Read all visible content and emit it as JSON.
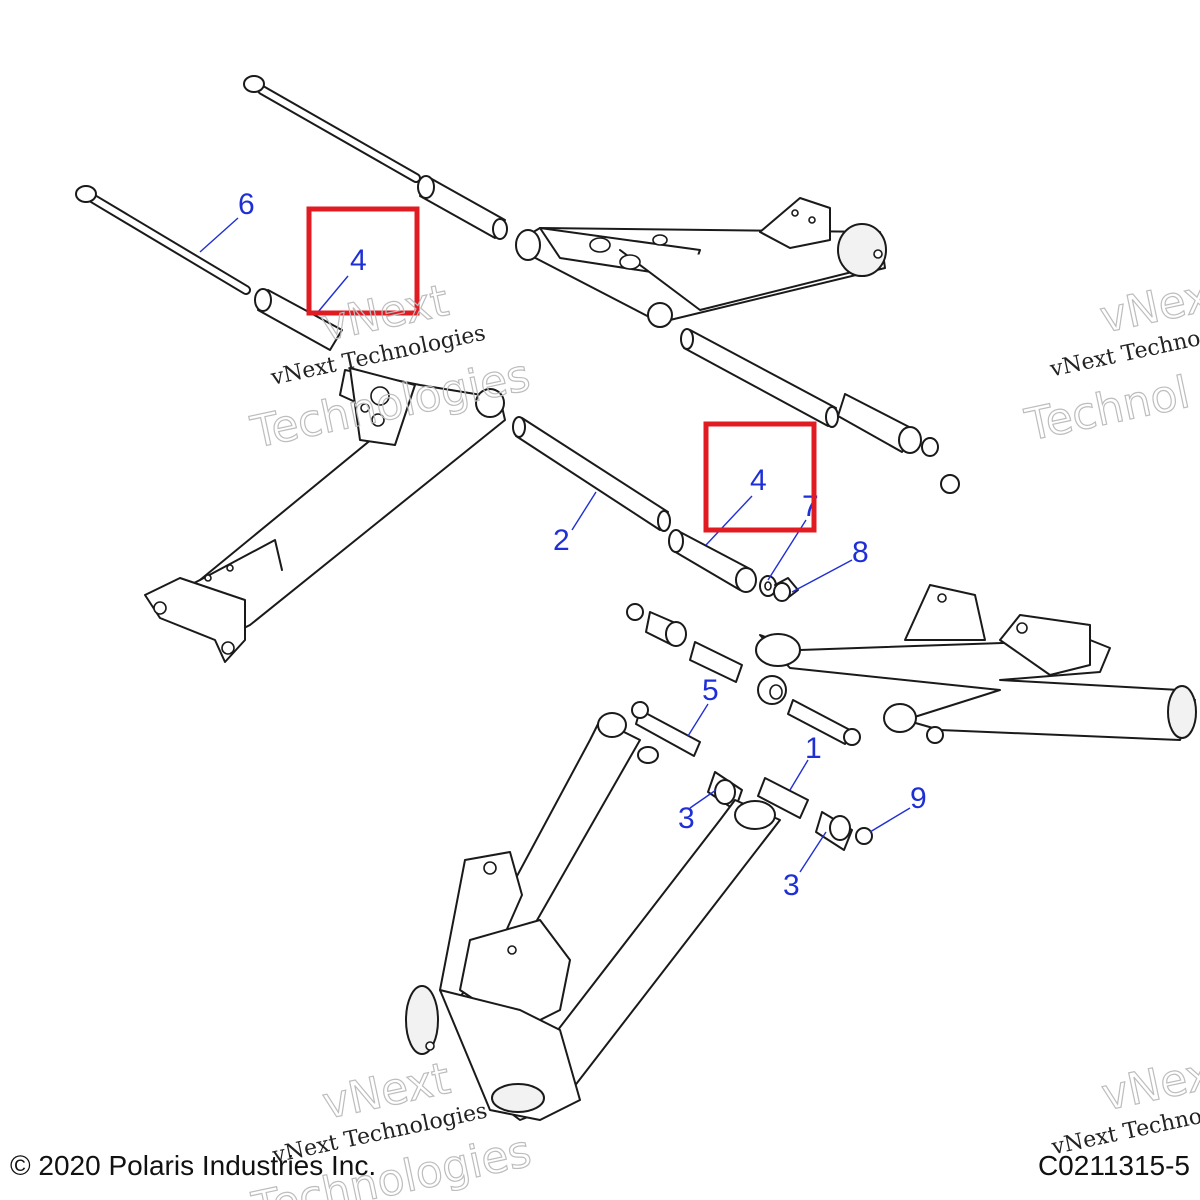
{
  "callouts": {
    "c1": "1",
    "c2": "2",
    "c3a": "3",
    "c3b": "3",
    "c4a": "4",
    "c4b": "4",
    "c5": "5",
    "c6": "6",
    "c7": "7",
    "c8": "8",
    "c9": "9"
  },
  "watermark": {
    "line": "vNext Technologies",
    "line_short": "vNext Techno",
    "big_word_1": "vNext",
    "big_word_2": "Technologies",
    "big_word_2_short": "Technol"
  },
  "footer": {
    "copyright": "© 2020 Polaris Industries Inc.",
    "figure_code": "C0211315-5"
  },
  "colors": {
    "callout": "#1f2fd6",
    "highlight": "#e01b22"
  }
}
